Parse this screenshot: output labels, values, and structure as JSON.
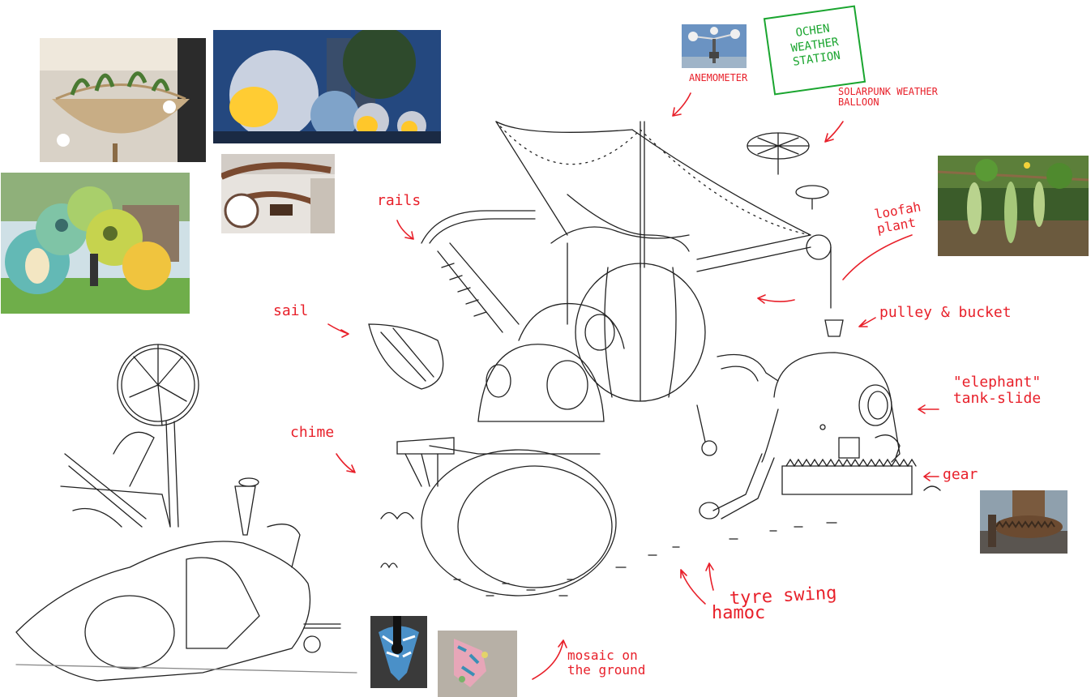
{
  "title": "OCHEN WEATHER STATION",
  "annotations": {
    "anemometer": "ANEMOMETER",
    "balloon": "SOLARPUNK WEATHER BALLOON",
    "rails": "rails",
    "loofah": "loofah plant",
    "sail": "sail",
    "pulley": "pulley & bucket",
    "elephant": "\"elephant\" tank-slide",
    "chime": "chime",
    "gear": "gear",
    "tyre": "tyre swing",
    "hamoc": "hamoc",
    "mosaic": "mosaic on the ground"
  },
  "icons": {
    "lens": "visual-search-icon"
  },
  "colors": {
    "annotation_red": "#e8202a",
    "title_green": "#1aa52f",
    "sketch_ink": "#222222"
  }
}
